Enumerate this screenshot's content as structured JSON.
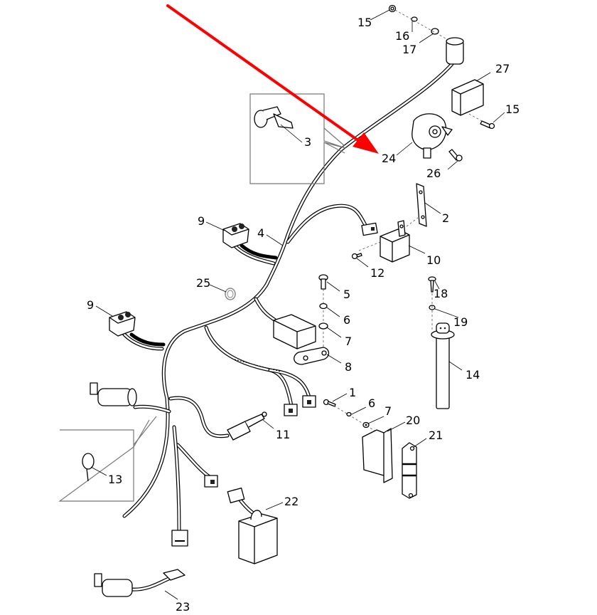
{
  "diagram": {
    "type": "exploded-parts-diagram",
    "subject": "wiring harness assembly",
    "highlight_arrow": {
      "color": "#ff0000",
      "points_to_label": "24"
    },
    "callouts": {
      "c1": "1",
      "c2": "2",
      "c3": "3",
      "c4": "4",
      "c5": "5",
      "c6a": "6",
      "c6b": "6",
      "c7a": "7",
      "c7b": "7",
      "c8": "8",
      "c9a": "9",
      "c9b": "9",
      "c10": "10",
      "c11": "11",
      "c12": "12",
      "c13": "13",
      "c14": "14",
      "c15a": "15",
      "c15b": "15",
      "c16": "16",
      "c17": "17",
      "c18": "18",
      "c19": "19",
      "c20": "20",
      "c21": "21",
      "c22": "22",
      "c23": "23",
      "c24": "24",
      "c25": "25",
      "c26": "26",
      "c27": "27"
    }
  }
}
